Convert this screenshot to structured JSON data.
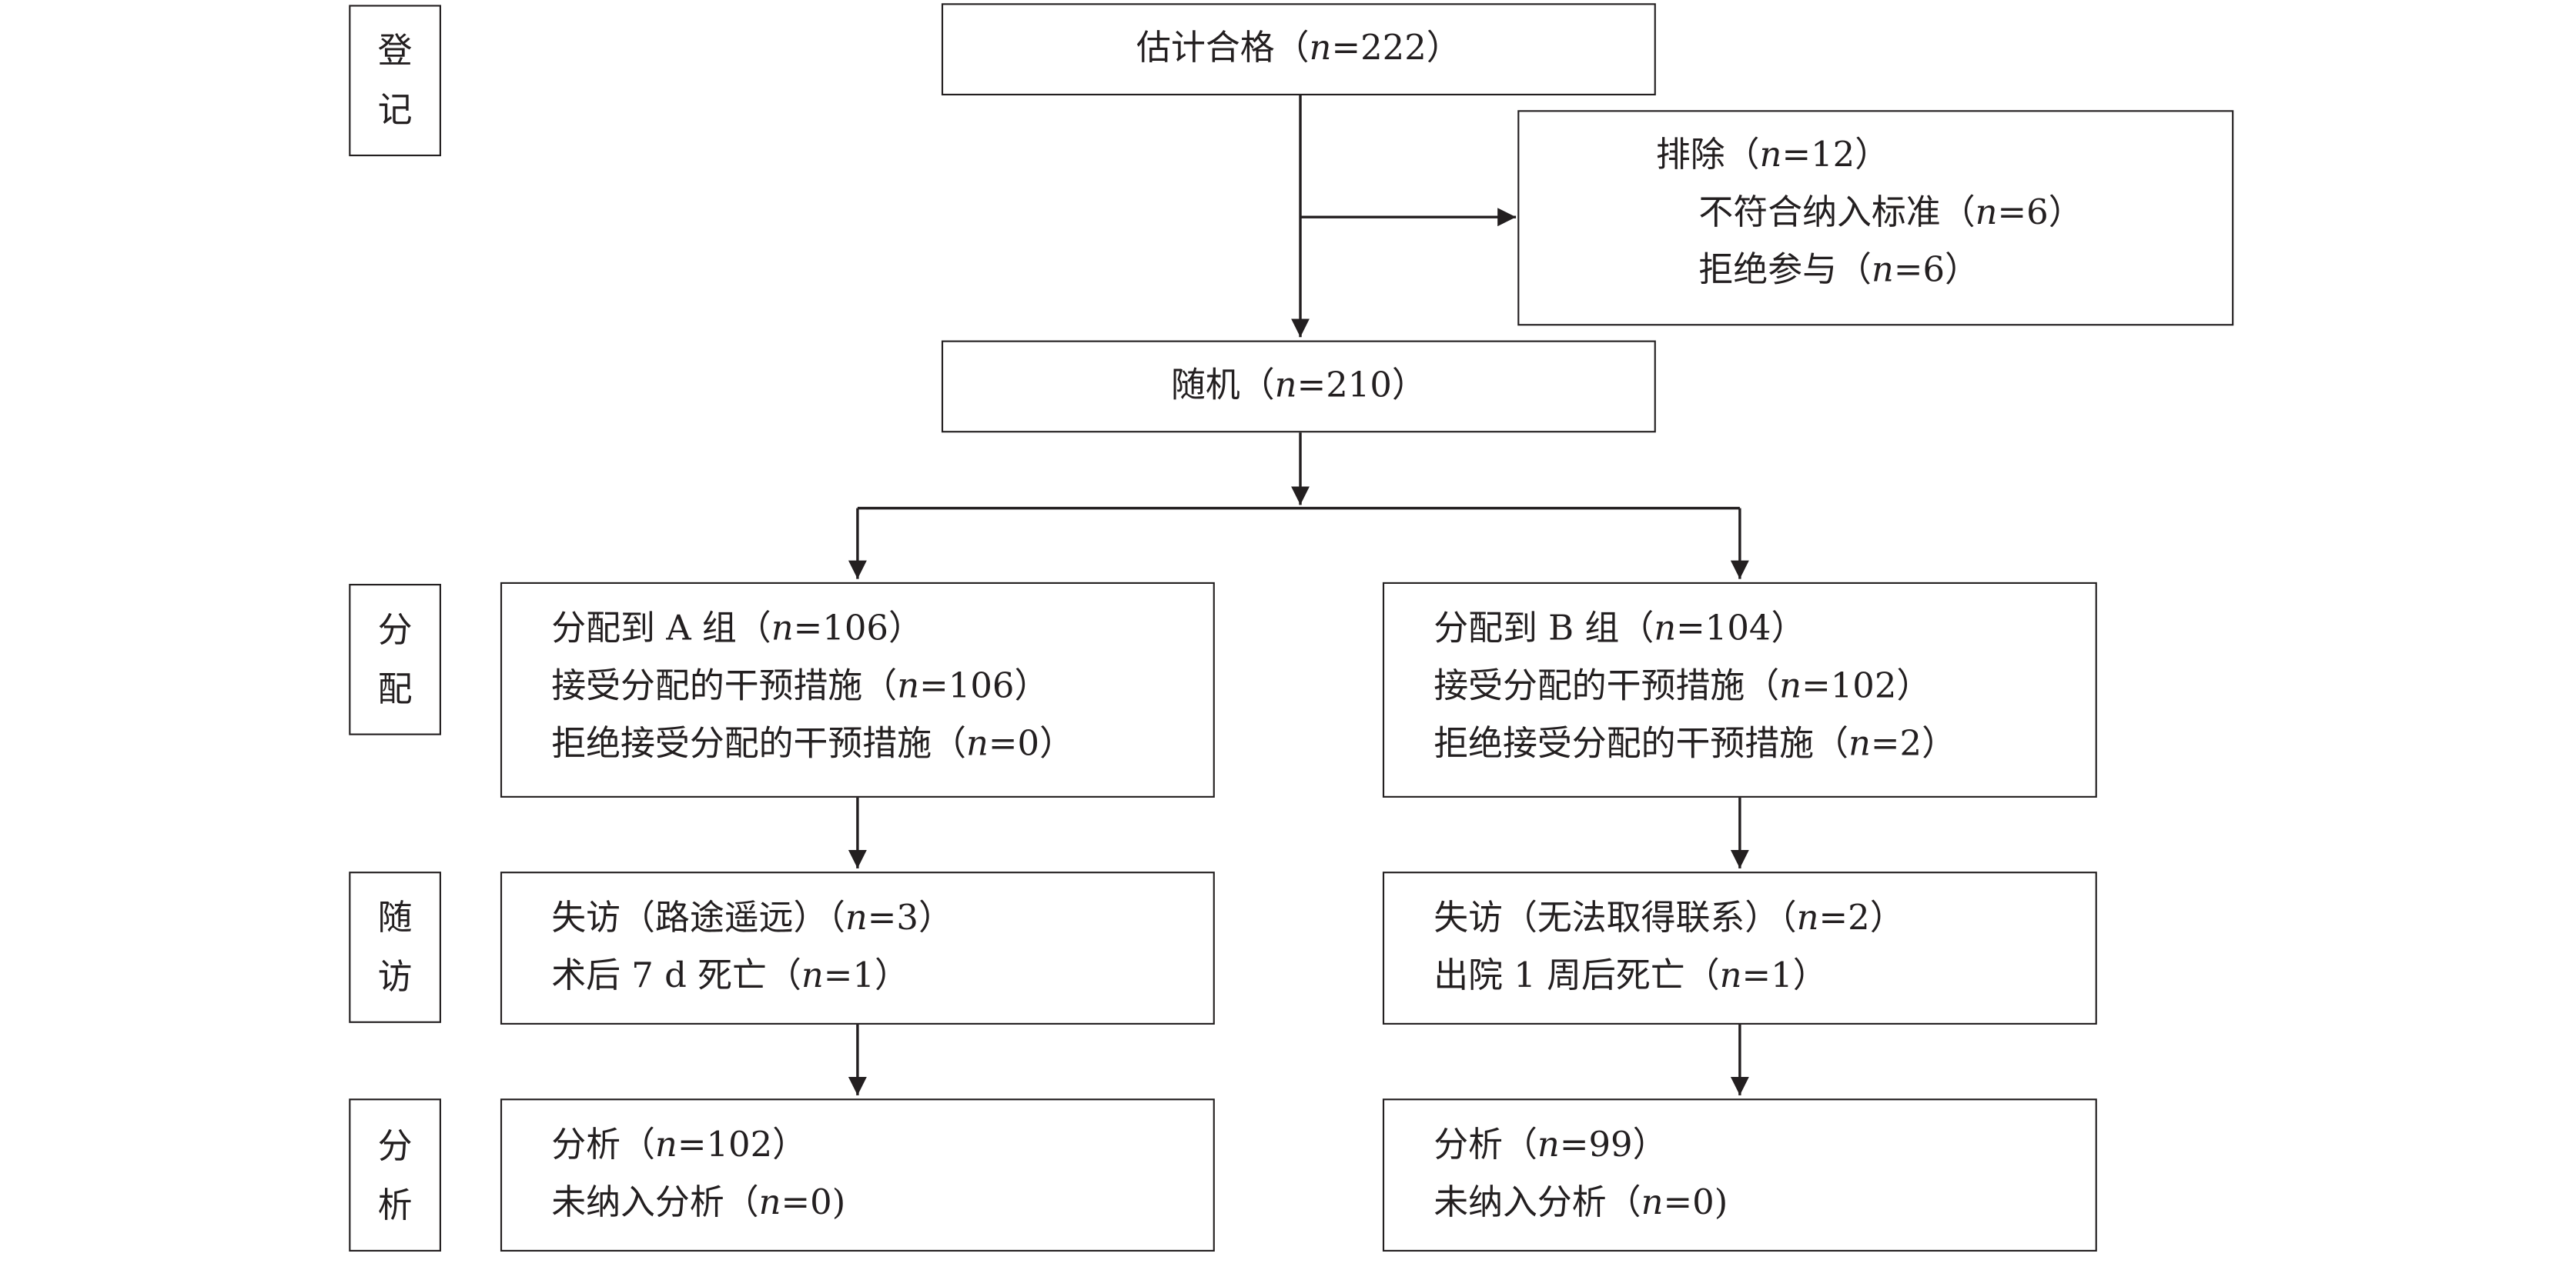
{
  "stages": {
    "enrollment": [
      "登",
      "记"
    ],
    "allocation": [
      "分",
      "配"
    ],
    "followup": [
      "随",
      "访"
    ],
    "analysis": [
      "分",
      "析"
    ]
  },
  "assessed": {
    "label": "估计合格（",
    "n": "n",
    "value": "=222）"
  },
  "excluded": {
    "title": {
      "label": "排除（",
      "n": "n",
      "value": "=12）"
    },
    "criteria": {
      "label": "不符合纳入标准（",
      "n": "n",
      "value": "=6）"
    },
    "declined": {
      "label": "拒绝参与（",
      "n": "n",
      "value": "=6）"
    }
  },
  "randomized": {
    "label": "随机（",
    "n": "n",
    "value": "=210）"
  },
  "group_a": {
    "allocated": {
      "label": "分配到 A 组（",
      "n": "n",
      "value": "=106）"
    },
    "received": {
      "label": "接受分配的干预措施（",
      "n": "n",
      "value": "=106）"
    },
    "refused": {
      "label": "拒绝接受分配的干预措施（",
      "n": "n",
      "value": "=0）"
    },
    "lost": {
      "label": "失访（路途遥远）（",
      "n": "n",
      "value": "=3）"
    },
    "died": {
      "label": "术后 7 d 死亡（",
      "n": "n",
      "value": "=1）"
    },
    "analysed": {
      "label": "分析（",
      "n": "n",
      "value": "=102）"
    },
    "excluded_analysis": {
      "label": "未纳入分析（",
      "n": "n",
      "value": "=0)"
    }
  },
  "group_b": {
    "allocated": {
      "label": "分配到 B 组（",
      "n": "n",
      "value": "=104）"
    },
    "received": {
      "label": "接受分配的干预措施（",
      "n": "n",
      "value": "=102）"
    },
    "refused": {
      "label": "拒绝接受分配的干预措施（",
      "n": "n",
      "value": "=2）"
    },
    "lost": {
      "label": "失访（无法取得联系）（",
      "n": "n",
      "value": "=2）"
    },
    "died": {
      "label": "出院 1 周后死亡（",
      "n": "n",
      "value": "=1）"
    },
    "analysed": {
      "label": "分析（",
      "n": "n",
      "value": "=99）"
    },
    "excluded_analysis": {
      "label": "未纳入分析（",
      "n": "n",
      "value": "=0)"
    }
  }
}
